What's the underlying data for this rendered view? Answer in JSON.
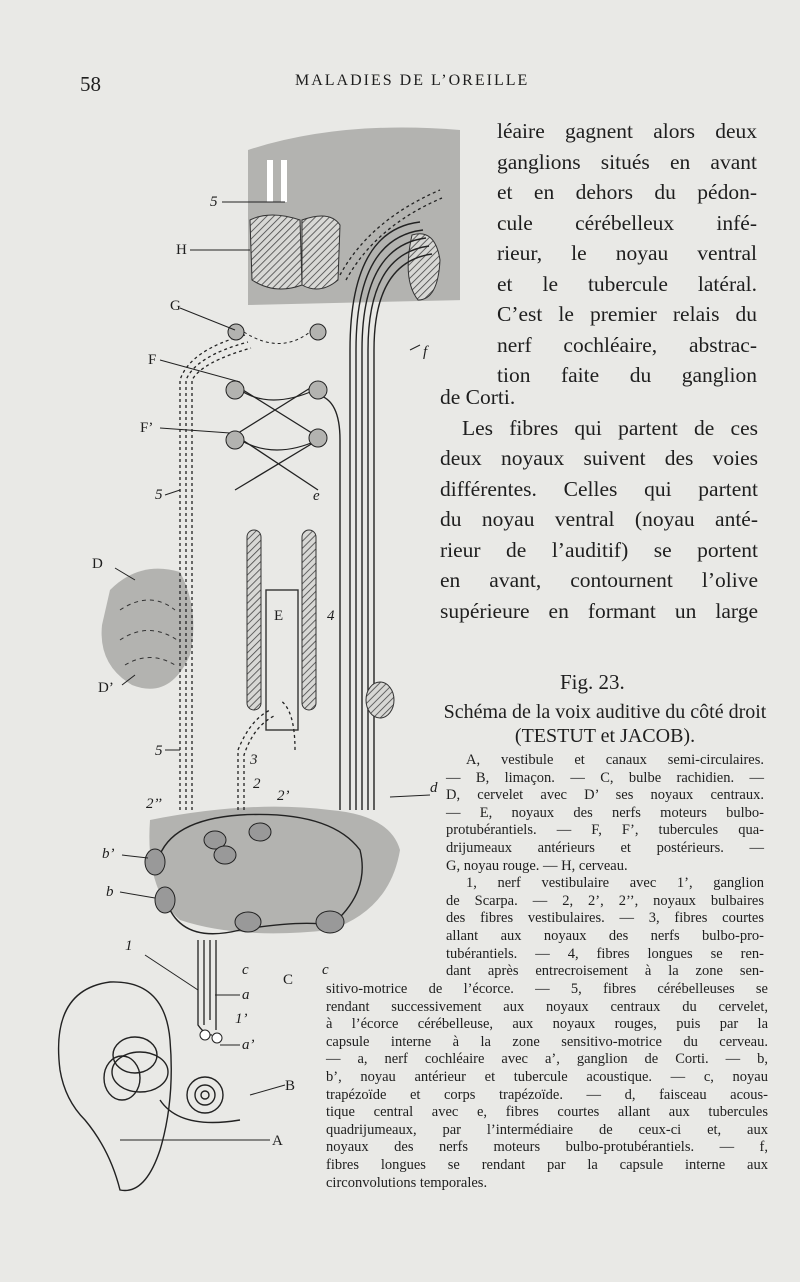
{
  "header": {
    "page_number": "58",
    "running_title": "MALADIES DE L’OREILLE"
  },
  "body_right_lines": [
    "léaire gagnent alors deux",
    "ganglions situés en avant",
    "et en dehors du pédon-",
    "cule cérébelleux infé-",
    "rieur, le noyau ventral",
    "et le tubercule latéral.",
    "C’est le premier relais du",
    "nerf cochléaire, abstrac-",
    "tion faite du ganglion"
  ],
  "body_mid_lines": [
    "de Corti.",
    "Les fibres qui partent de ces",
    "deux noyaux suivent des voies",
    "différentes. Celles qui partent",
    "du noyau ventral (noyau anté-",
    "rieur de l’auditif) se portent",
    "en avant, contournent l’olive",
    "supérieure en formant un large"
  ],
  "figure": {
    "number": "Fig. 23.",
    "caption_title": "Schéma de la voix auditive du côté droit (TESTUT et JACOB).",
    "labels": [
      "5",
      "H",
      "G",
      "F",
      "F’",
      "5",
      "D",
      "D’",
      "5",
      "2’’",
      "b’",
      "b",
      "1",
      "A",
      "B",
      "a",
      "a’",
      "1’",
      "c",
      "C",
      "c",
      "2",
      "2’",
      "3",
      "4",
      "d",
      "e",
      "E",
      "f"
    ]
  },
  "legend_lines_narrow": [
    "A, vestibule et canaux semi-circulaires.",
    "— B, limaçon. — C, bulbe rachidien. —",
    "D, cervelet avec D’ ses noyaux centraux.",
    "— E, noyaux des nerfs moteurs bulbo-",
    "protubérantiels. — F, F’, tubercules qua-",
    "drijumeaux antérieurs et postérieurs. —",
    "G, noyau rouge. — H, cerveau.",
    "1, nerf vestibulaire avec 1’, ganglion",
    "de Scarpa. — 2, 2’, 2’’, noyaux bulbaires",
    "des fibres vestibulaires. — 3, fibres courtes",
    "allant aux noyaux des nerfs bulbo-pro-",
    "tubérantiels. — 4, fibres longues se ren-",
    "dant après entrecroisement à la zone sen-"
  ],
  "legend_lines_wide": [
    "sitivo-motrice de l’écorce. — 5, fibres cérébelleuses se",
    "rendant successivement aux noyaux centraux du cervelet,",
    "à l’écorce cérébelleuse, aux noyaux rouges, puis par la",
    "capsule interne à la zone sensitivo-motrice du cerveau.",
    "— a, nerf cochléaire avec a’, ganglion de Corti. — b,",
    "b’, noyau antérieur et tubercule acoustique. — c, noyau",
    "trapézoïde et corps trapézoïde. — d, faisceau acous-",
    "tique central avec e, fibres courtes allant aux tubercules",
    "quadrijumeaux, par l’intermédiaire de ceux-ci et, aux",
    "noyaux des nerfs moteurs bulbo-protubérantiels. — f,",
    "fibres longues se rendant par la capsule interne aux",
    "circonvolutions temporales."
  ],
  "colors": {
    "paper": "#e9e9e6",
    "ink": "#1e1e1e",
    "shade": "#b3b3b0"
  }
}
